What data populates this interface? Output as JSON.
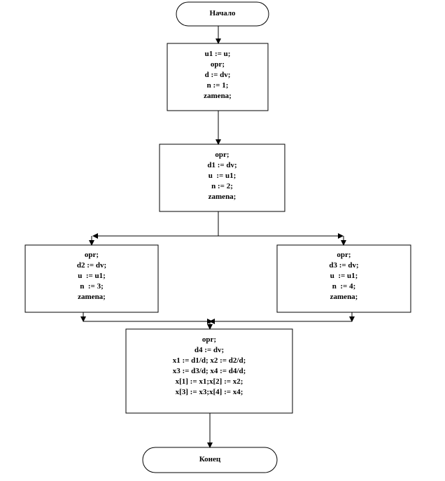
{
  "flowchart": {
    "start": {
      "label": "Начало"
    },
    "block1": {
      "lines": [
        "u1 := u;",
        "opr;",
        "d := dv;",
        "n := 1;",
        "zamena;"
      ]
    },
    "block2": {
      "lines": [
        "opr;",
        "d1 := dv;",
        "u  := u1;",
        "n := 2;",
        "zamena;"
      ]
    },
    "block3": {
      "lines": [
        "opr;",
        "d2 := dv;",
        "u  := u1;",
        "n  := 3;",
        "zamena;"
      ]
    },
    "block4": {
      "lines": [
        "opr;",
        "d3 := dv;",
        "u  := u1;",
        "n  := 4;",
        "zamena;"
      ]
    },
    "block5": {
      "lines": [
        "opr;",
        "d4 := dv;",
        "x1 := d1/d; x2 := d2/d;",
        "x3 := d3/d; x4 := d4/d;",
        "x[1] := x1;x[2] := x2;",
        "x[3] := x3;x[4] := x4;"
      ]
    },
    "end": {
      "label": "Конец"
    }
  }
}
